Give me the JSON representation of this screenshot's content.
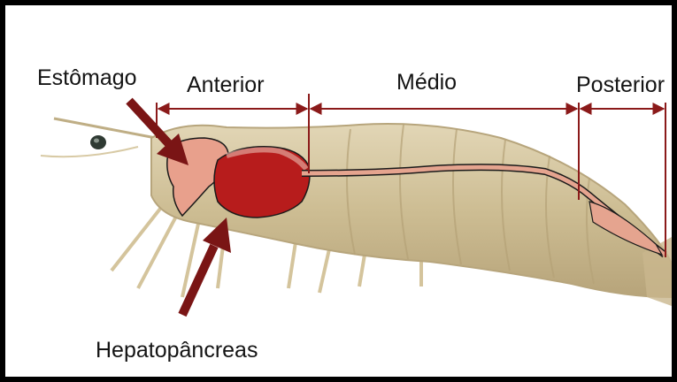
{
  "labels": {
    "stomach": "Estômago",
    "hepatopancreas": "Hepatopâncreas",
    "segments": [
      "Anterior",
      "Médio",
      "Posterior"
    ]
  },
  "colors": {
    "frame": "#000000",
    "bracket": "#8b1a1a",
    "pointer_arrow": "#7a1515",
    "stomach": "#e8a08c",
    "hepatopancreas": "#b71c1c",
    "intestine": "#e5a48f",
    "shrimp_body": "#d2c39c"
  }
}
